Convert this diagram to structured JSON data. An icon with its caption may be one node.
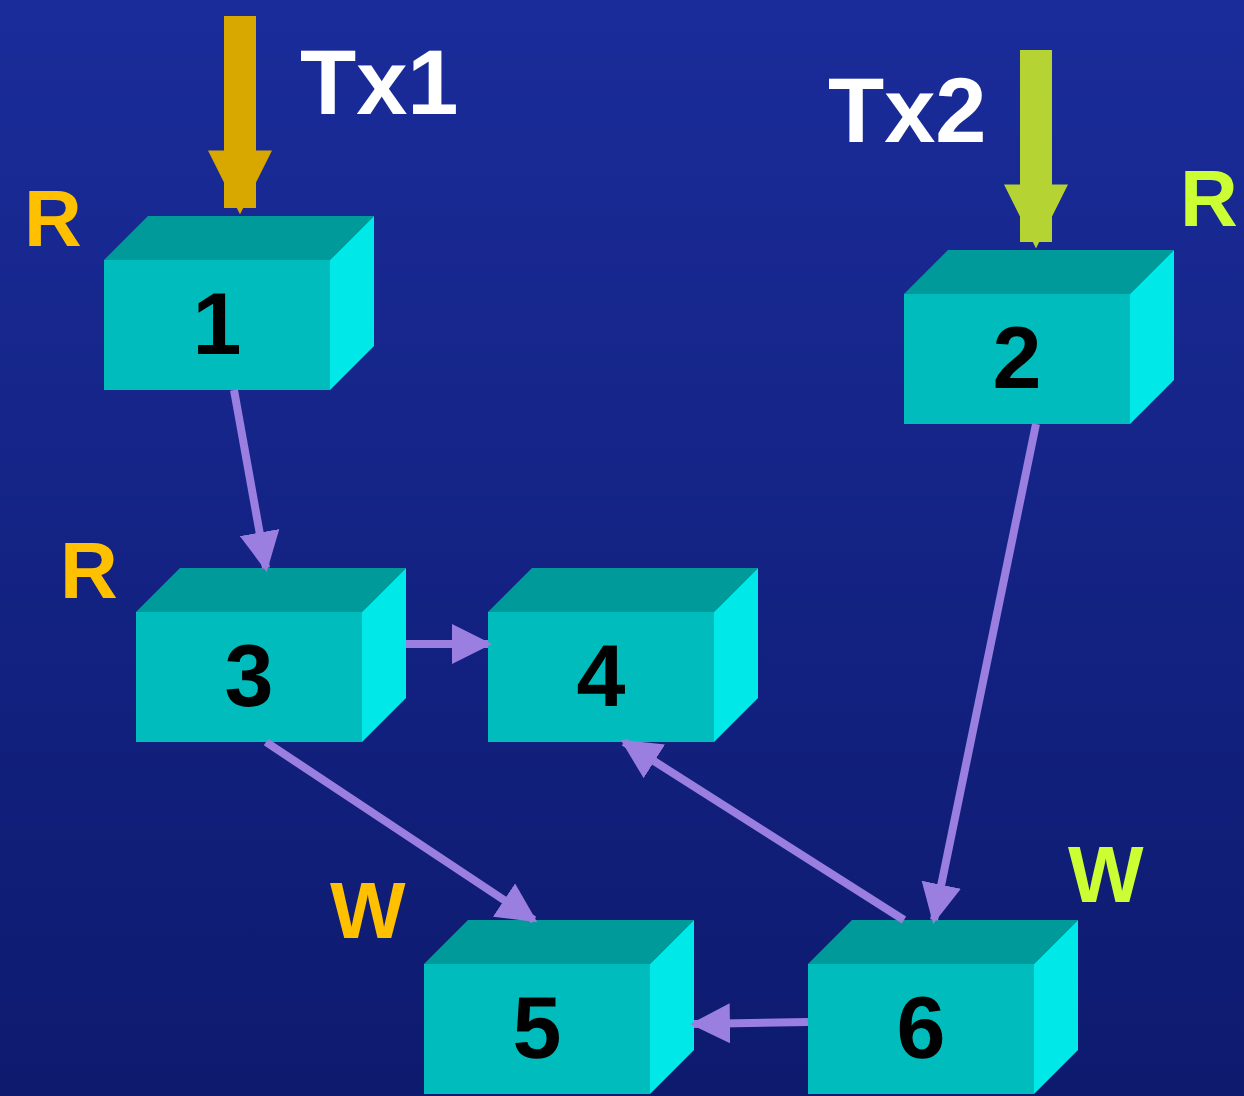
{
  "diagram": {
    "nodes": [
      {
        "text": [
          "1"
        ],
        "beside": [
          "R"
        ]
      },
      {
        "text": [
          "2"
        ],
        "beside": [
          "R"
        ]
      },
      {
        "text": [
          "3"
        ],
        "beside": [
          "R"
        ]
      },
      {
        "text": [
          "4"
        ]
      },
      {
        "text": [
          "5"
        ],
        "beside": [
          "W"
        ]
      },
      {
        "text": [
          "6"
        ],
        "beside": [
          "W"
        ]
      }
    ],
    "edges": [
      {
        "from": null,
        "to": 0,
        "arrow": "to",
        "label": "Tx1",
        "style": "thick",
        "color": "#d9a800"
      },
      {
        "from": null,
        "to": 1,
        "arrow": "to",
        "label": "Tx2",
        "style": "thick",
        "color": "#b5d433"
      },
      {
        "from": 0,
        "to": 2,
        "arrow": "to"
      },
      {
        "from": 2,
        "to": 3,
        "arrow": "to"
      },
      {
        "from": 2,
        "to": 4,
        "arrow": "to"
      },
      {
        "from": 1,
        "to": 5,
        "arrow": "to"
      },
      {
        "from": 5,
        "to": 3,
        "arrow": "to"
      },
      {
        "from": 5,
        "to": 4,
        "arrow": "to"
      }
    ]
  }
}
